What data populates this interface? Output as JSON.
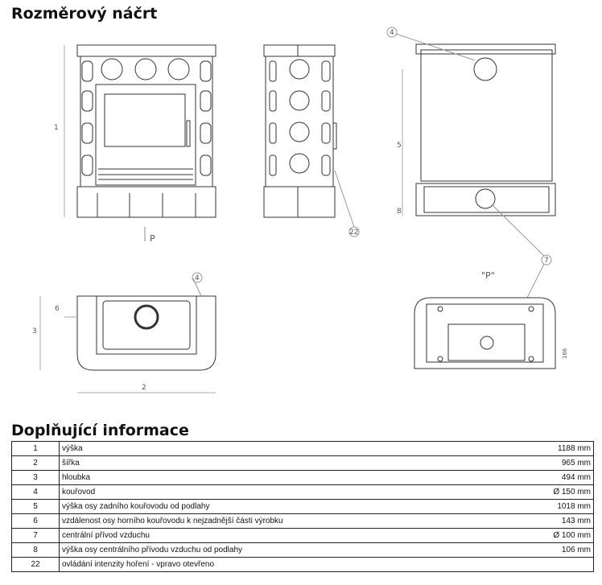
{
  "title": "Rozměrový náčrt",
  "drawing": {
    "labels": {
      "l1": "1",
      "l4a": "4",
      "l4b": "4",
      "l5": "5",
      "l8": "8",
      "l22": "22",
      "l6": "6",
      "l3": "3",
      "l2": "2",
      "l7": "7",
      "p1": "P",
      "p2": "\"P\"",
      "l166": "166"
    }
  },
  "info": {
    "title": "Doplňující informace",
    "rows": [
      {
        "n": "1",
        "d": "výška",
        "v": "1188 mm"
      },
      {
        "n": "2",
        "d": "šířka",
        "v": "965 mm"
      },
      {
        "n": "3",
        "d": "hloubka",
        "v": "494 mm"
      },
      {
        "n": "4",
        "d": "kouřovod",
        "v": "Ø 150 mm"
      },
      {
        "n": "5",
        "d": "výška osy zadního kouřovodu od podlahy",
        "v": "1018 mm"
      },
      {
        "n": "6",
        "d": "vzdálenost osy horního kouřovodu k nejzadnější části výrobku",
        "v": "143 mm"
      },
      {
        "n": "7",
        "d": "centrální přívod vzduchu",
        "v": "Ø 100 mm"
      },
      {
        "n": "8",
        "d": "výška osy centrálního přívodu vzduchu od podlahy",
        "v": "106 mm"
      },
      {
        "n": "22",
        "d": "ovládání intenzity hoření - vpravo otevřeno",
        "v": ""
      }
    ]
  }
}
